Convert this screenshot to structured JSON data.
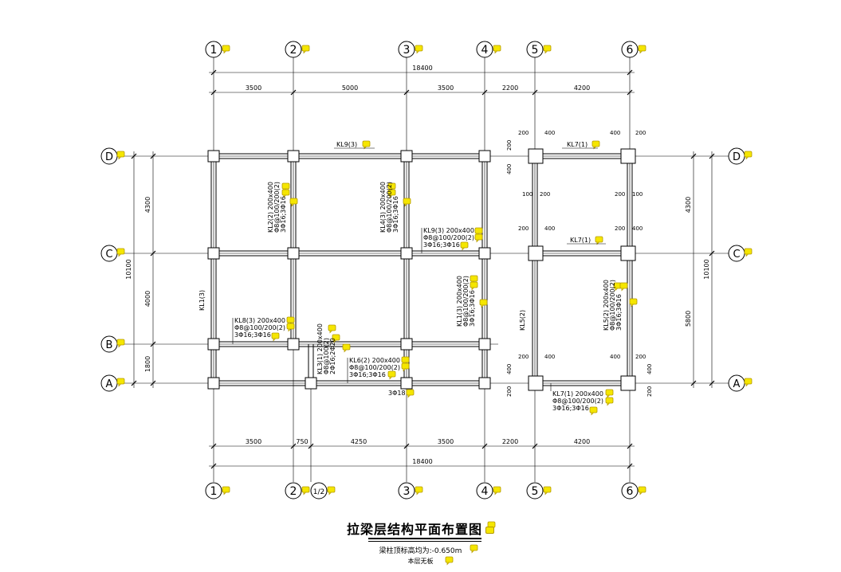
{
  "title": "拉梁层结构平面布置图",
  "subtitle": "梁柱顶标高均为:-0.650m",
  "note": "本层无板",
  "axes": {
    "x": [
      "1",
      "2",
      "3",
      "4",
      "5",
      "6"
    ],
    "x_extra": "1/2",
    "y": [
      "D",
      "C",
      "B",
      "A"
    ]
  },
  "dims": {
    "top_total": "18400",
    "top": [
      "3500",
      "5000",
      "3500",
      "2200",
      "4200"
    ],
    "bottom_total": "18400",
    "bottom": [
      "3500",
      "750",
      "4250",
      "3500",
      "2200",
      "4200"
    ],
    "left_total": "10100",
    "left": [
      "4300",
      "4000",
      "1800"
    ],
    "right_total": "10100",
    "right": [
      "4300",
      "5800"
    ],
    "offsets_top": [
      "200",
      "400",
      "400",
      "200"
    ],
    "offsets_d": [
      "200",
      "400",
      "100",
      "200",
      "200",
      "100"
    ],
    "offsets_c": [
      "200",
      "400",
      "200",
      "400"
    ],
    "offsets_b": [
      "200",
      "400",
      "400",
      "200"
    ],
    "offsets_a": [
      "400",
      "200",
      "200",
      "400"
    ]
  },
  "beams": {
    "kl9_top": "KL9(3)",
    "kl2": "KL2(2) 200x400",
    "kl2_stir": "Φ8@100/200(2)",
    "kl2_bars": "3Φ16;3Φ16",
    "kl4": "KL4(3) 200x400",
    "kl4_stir": "Φ8@100/200(2)",
    "kl4_bars": "3Φ16;3Φ16",
    "kl9": "KL9(3) 200x400",
    "kl9_stir": "Φ8@100/200(2)",
    "kl9_bars": "3Φ16;3Φ16",
    "kl7_top": "KL7(1)",
    "kl7_mid": "KL7(1)",
    "kl1_left": "KL1(3)",
    "kl8": "KL8(3) 200x400",
    "kl8_stir": "Φ8@100/200(2)",
    "kl8_bars": "3Φ16;3Φ16",
    "kl3": "KL3(1) 200x400",
    "kl3_stir": "Φ8@100(2)",
    "kl3_bars": "2Φ16;2Φ20",
    "kl6": "KL6(2) 200x400",
    "kl6_stir": "Φ8@100/200(2)",
    "kl6_bars": "3Φ16;3Φ16",
    "kl6_extra": "3Φ18",
    "kl1": "KL1(3) 200x400",
    "kl1_stir": "Φ8@100/200(2)",
    "kl1_bars": "3Φ16;3Φ16",
    "kl5_left": "KL5(2)",
    "kl5": "KL5(2) 200x400",
    "kl5_stir": "Φ8@100/200(2)",
    "kl5_bars": "3Φ16;3Φ16",
    "kl7": "KL7(1) 200x400",
    "kl7_stir": "Φ8@100/200(2)",
    "kl7_bars": "3Φ16;3Φ16"
  },
  "icons": {
    "comment": "comment-icon"
  },
  "colors": {
    "ink": "#000000",
    "comment": "#f5e600"
  }
}
